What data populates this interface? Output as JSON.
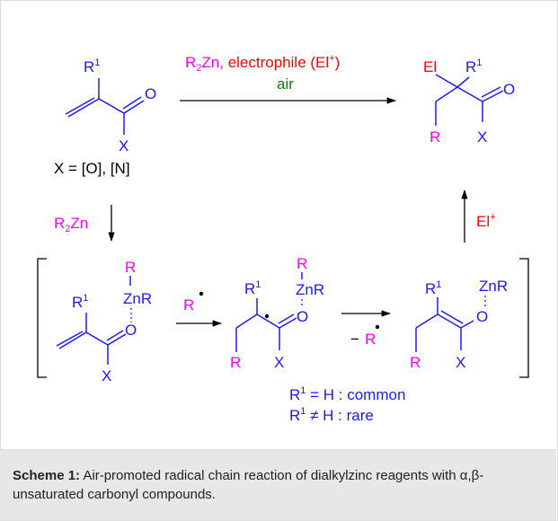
{
  "colors": {
    "structure": "#1a1aff",
    "reagent": "#ff00ff",
    "electrophile": "#ff0000",
    "air": "#008000",
    "arrow": "#000000"
  },
  "top_reagent": {
    "r2zn": "R",
    "r2zn_sub": "2",
    "r2zn_tail": "Zn, ",
    "electrophile": "electrophile (El",
    "electrophile_sup": "+",
    "electrophile_close": ")",
    "air": "air"
  },
  "start": {
    "r1": "R",
    "r1_sup": "1",
    "o": "O",
    "x": "X",
    "note": "X = [O], [N]"
  },
  "product": {
    "el": "El",
    "r1": "R",
    "r1_sup": "1",
    "o": "O",
    "r": "R",
    "x": "X"
  },
  "down_reagent": {
    "r": "R",
    "sub": "2",
    "tail": "Zn"
  },
  "up_reagent": {
    "el": "El",
    "sup": "+"
  },
  "complex": {
    "r": "R",
    "znr": "ZnR",
    "r1": "R",
    "r1_sup": "1",
    "o": "O",
    "x": "X"
  },
  "radical_label": "R",
  "intermediate": {
    "r": "R",
    "znr": "ZnR",
    "r1": "R",
    "r1_sup": "1",
    "o": "O",
    "r_bottom": "R",
    "x": "X"
  },
  "minus_radical": {
    "minus": "−",
    "r": "R"
  },
  "enolate": {
    "r1": "R",
    "r1_sup": "1",
    "znr": "ZnR",
    "o": "O",
    "r": "R",
    "x": "X"
  },
  "notes": {
    "line1_r": "R",
    "line1_sup": "1",
    "line1_text": " = H : common",
    "line2_r": "R",
    "line2_sup": "1",
    "line2_text": " ≠ H : rare"
  },
  "caption": {
    "label": "Scheme 1:",
    "text": " Air-promoted radical chain reaction of dialkylzinc reagents with α,β-unsaturated carbonyl compounds."
  }
}
